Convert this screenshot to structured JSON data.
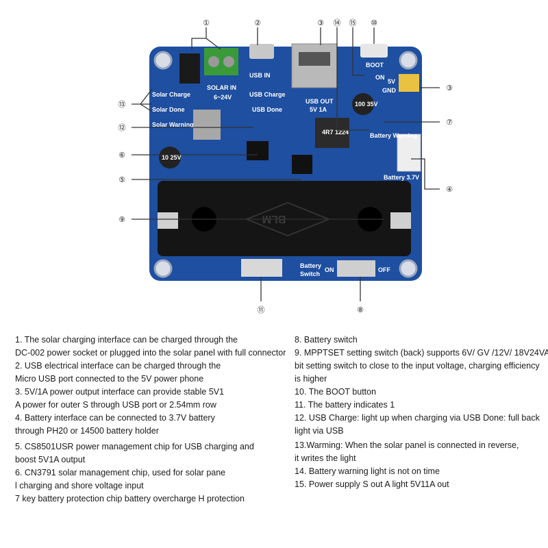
{
  "callouts": [
    "①",
    "②",
    "③",
    "⑭",
    "⑮",
    "⑩",
    "③",
    "⑦",
    "④",
    "⑬",
    "⑫",
    "⑥",
    "⑤",
    "⑨",
    "⑪",
    "⑧"
  ],
  "board_labels": {
    "solar_in": "SOLAR IN",
    "solar_voltage": "6~24V",
    "usb_in": "USB IN",
    "usb_out": "USB OUT",
    "usb_out_rating": "5V 1A",
    "boot": "BOOT",
    "on": "ON",
    "v5": "5V",
    "gnd": "GND",
    "solar_charge": "Solar Charge",
    "solar_done": "Solar Done",
    "solar_warning": "Solar Warning",
    "usb_charge": "USB Charge",
    "usb_done": "USB Done",
    "battery_warning": "Battery Warning",
    "battery_37v": "Battery 3.7V",
    "battery_switch_1": "Battery",
    "battery_switch_2": "Switch",
    "switch_on": "ON",
    "switch_off": "OFF",
    "holder_mark": "BLM",
    "inductor": "4R7 1224",
    "cap_left": "10 25V",
    "cap_right": "100 35V"
  },
  "descriptions_left": [
    [
      "1. The solar charging interface can be charged through the",
      " DC-002 power socket or plugged into the solar panel with full connector"
    ],
    [
      "2. USB electrical interface can be charged through the",
      "Micro USB port connected to the 5V power phone"
    ],
    [
      "3. 5V/1A power output interface can provide stable 5V1",
      "A power for outer S through USB port or 2.54mm row"
    ],
    [
      "4. Battery interface can be connected to 3.7V battery",
      "through PH20 or 14500 battery holder"
    ],
    [
      "5. CS8501USR power management chip for USB charging and",
      " boost 5V1A output"
    ],
    [
      "6. CN3791 solar management chip, used for solar pane",
      "l charging and shore voltage input"
    ],
    [
      "7 key battery protection chip battery overcharge H protection"
    ]
  ],
  "descriptions_right": [
    [
      "8. Battery switch"
    ],
    [
      "9. MPPTSET setting switch (back) supports 6V/ GV /12V/ 18V24VA",
      " bit setting switch to close to the input voltage, charging efficiency",
      " is higher"
    ],
    [
      "10. The BOOT button"
    ],
    [
      "11. The battery indicates 1"
    ],
    [
      "12. USB Charge: light up when charging via USB Done: full back",
      "light via USB"
    ],
    [
      "13.Warming: When the solar panel is connected in reverse,",
      " it writes the light"
    ],
    [
      "14. Battery warning light is not on time"
    ],
    [
      "15. Power supply S out A light 5V11A out"
    ]
  ],
  "colors": {
    "pcb": "#1e4fa0",
    "silk": "#ffffff",
    "callout_line": "#333333"
  }
}
